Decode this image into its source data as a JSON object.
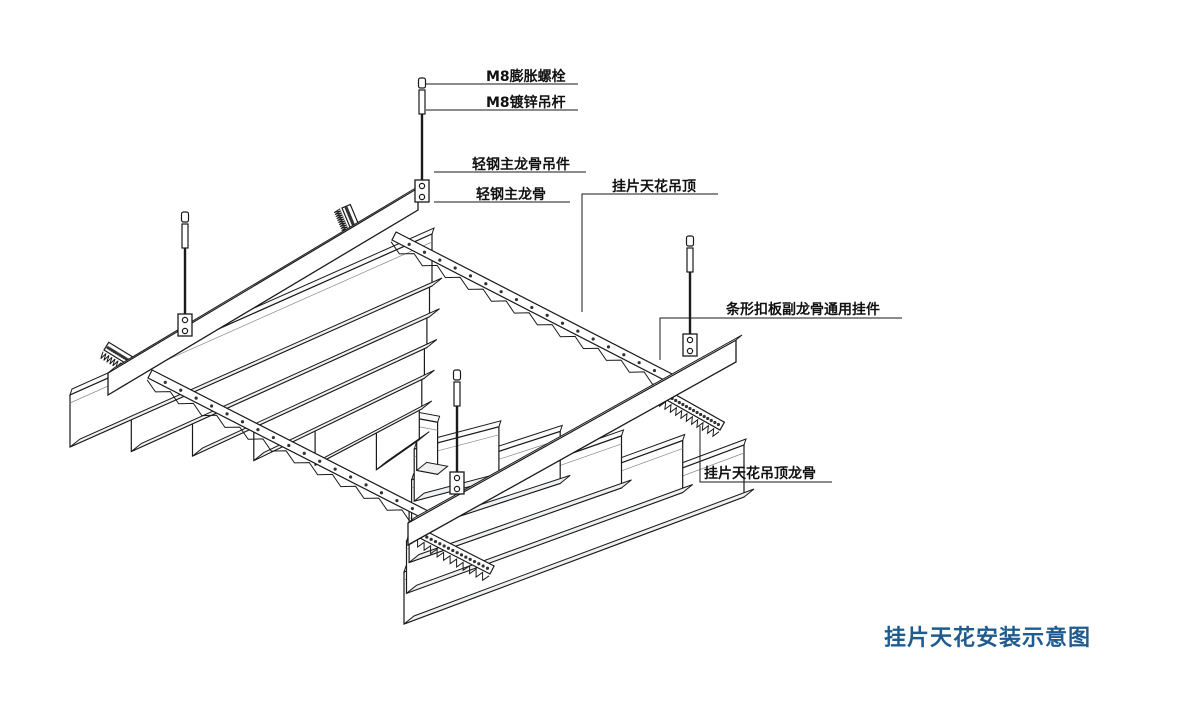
{
  "diagram": {
    "title": "挂片天花安装示意图",
    "labels": {
      "bolt": "M8膨胀螺栓",
      "rod": "M8镀锌吊杆",
      "hanger": "轻钢主龙骨吊件",
      "main_keel": "轻钢主龙骨",
      "ceiling": "挂片天花吊顶",
      "clip": "条形扣板副龙骨通用挂件",
      "carrier": "挂片天花吊顶龙骨"
    },
    "colors": {
      "title": "#1f5b8f",
      "line": "#1a1a1a",
      "panel_face": "#ffffff",
      "panel_bottom": "#eef0f2",
      "hole": "#333333"
    }
  }
}
